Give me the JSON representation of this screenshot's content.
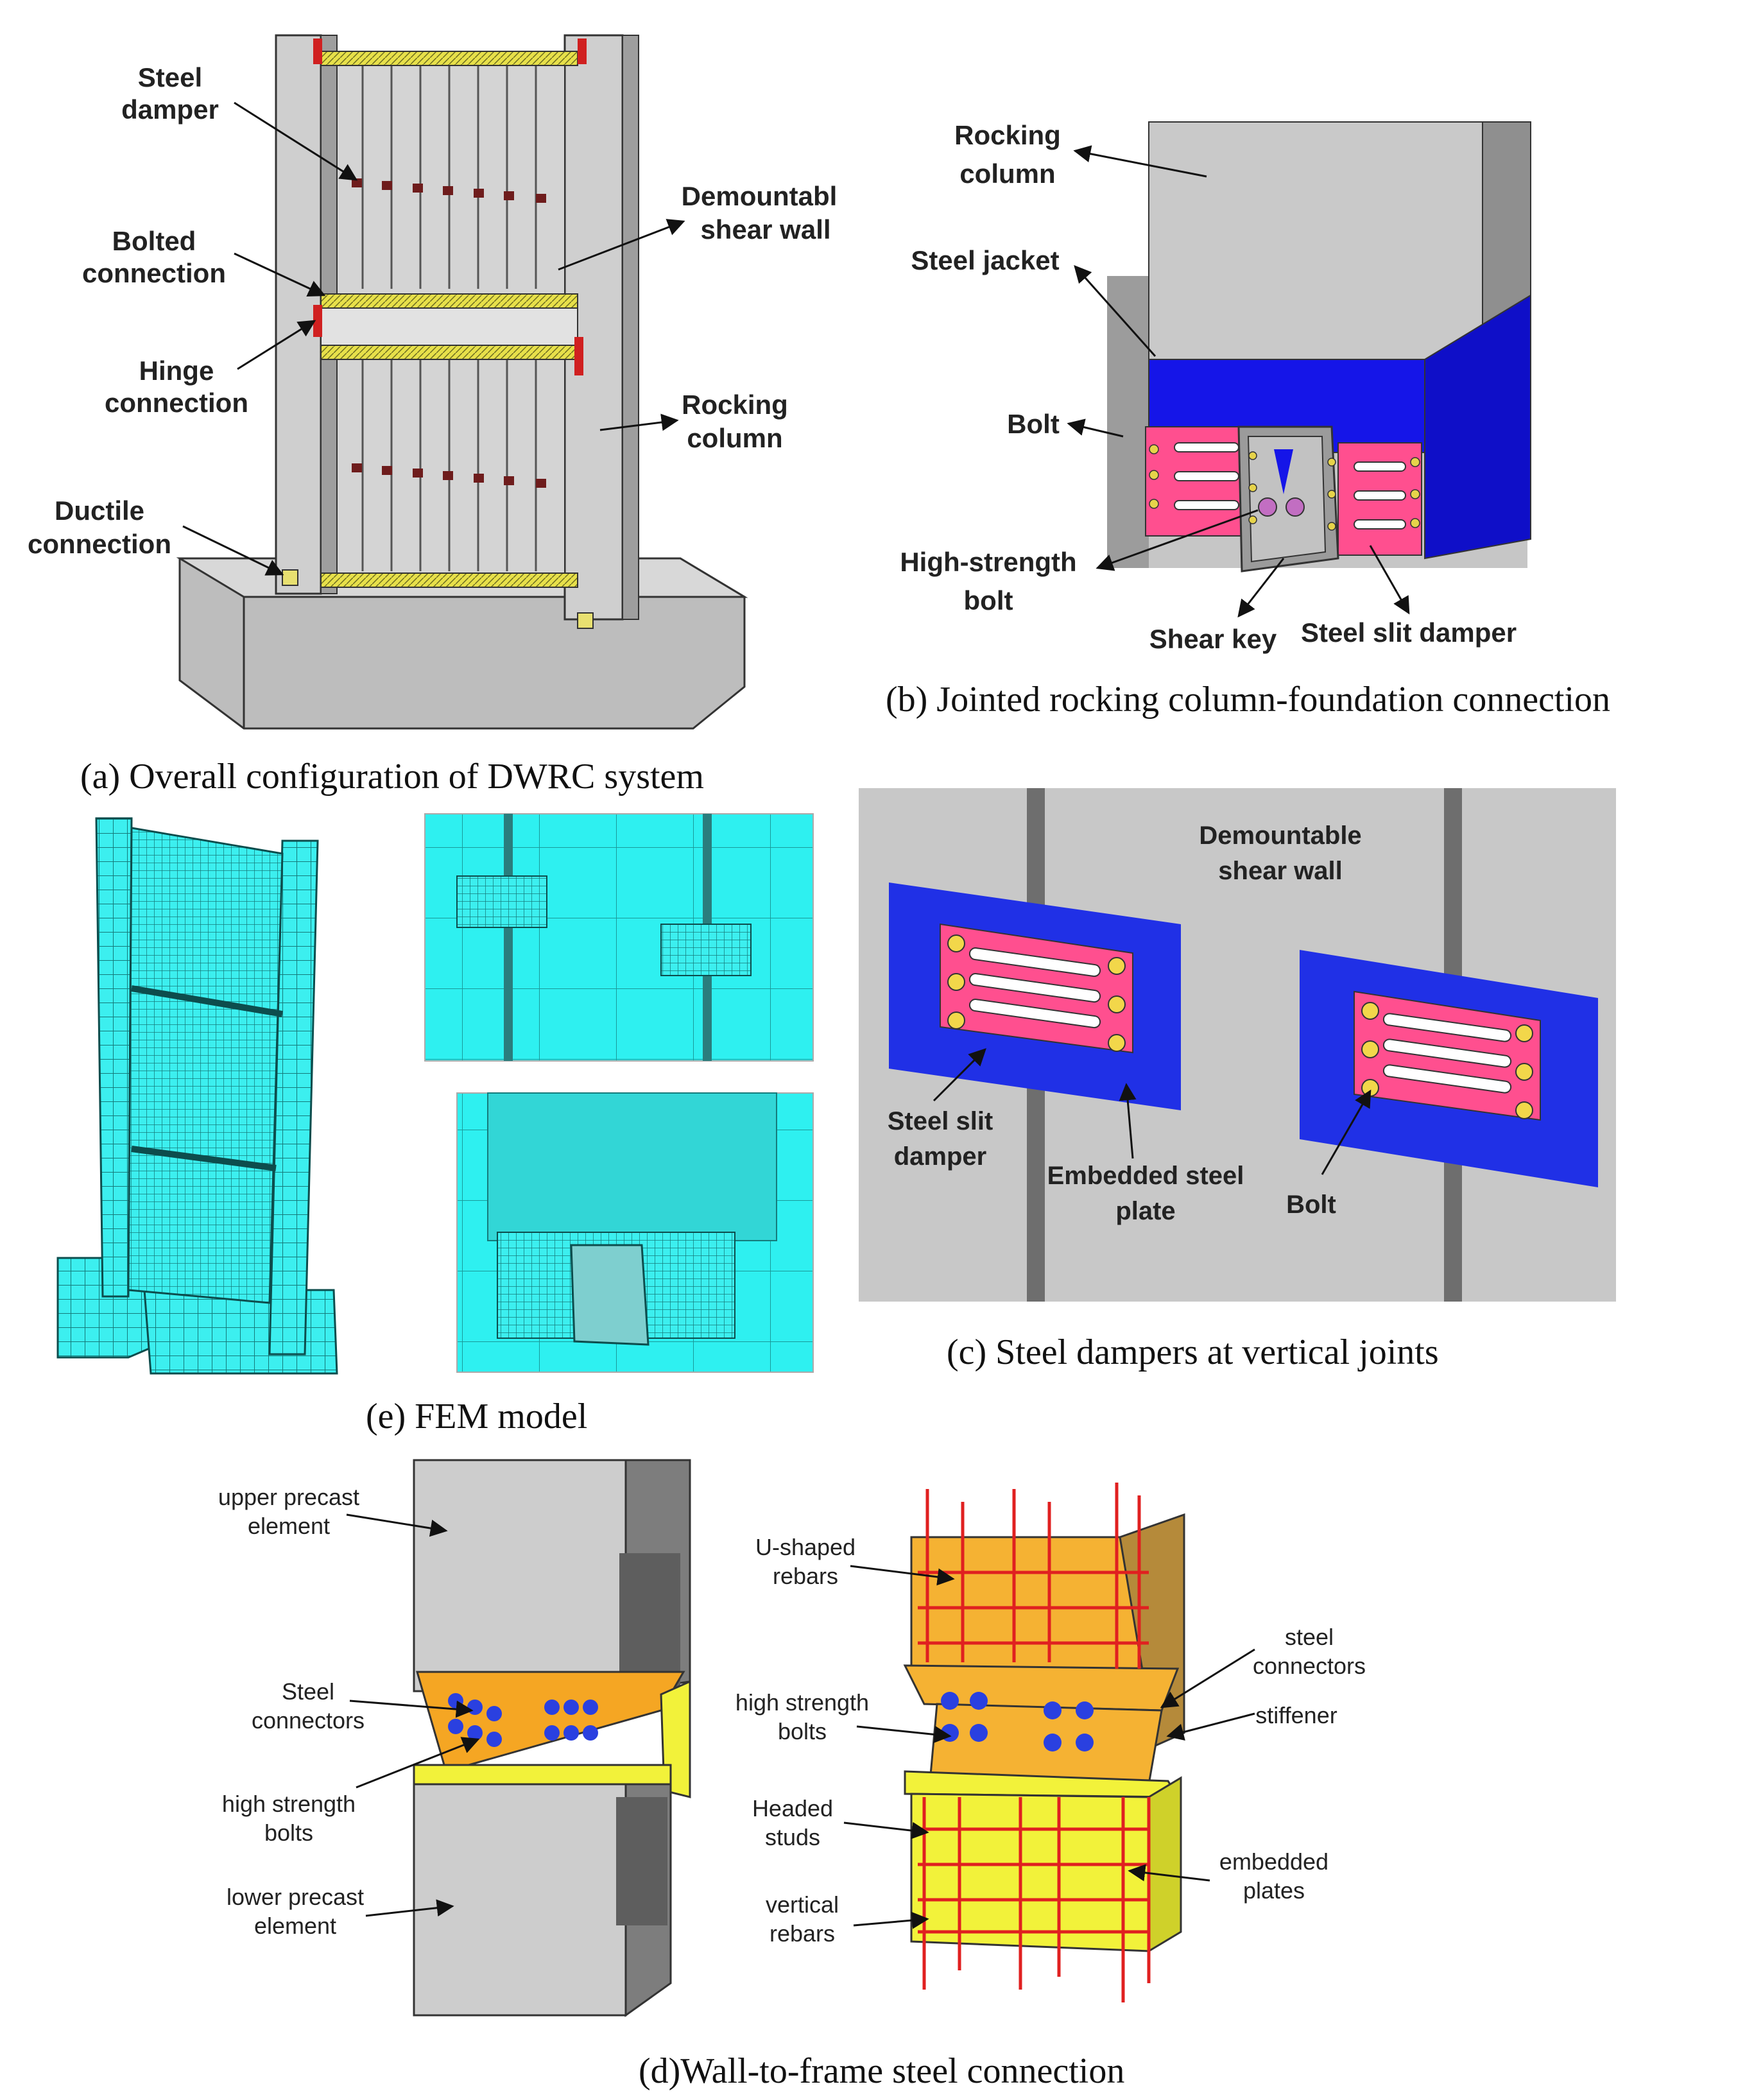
{
  "panel_a": {
    "caption": "(a) Overall configuration of DWRC system",
    "labels": {
      "steel_damper": [
        "Steel",
        "damper"
      ],
      "bolted_connection": [
        "Bolted",
        "connection"
      ],
      "hinge_connection": [
        "Hinge",
        "connection"
      ],
      "ductile_connection": [
        "Ductile",
        "connection"
      ],
      "demountable_shear_wall": [
        "Demountabl",
        "shear wall"
      ],
      "rocking_column": [
        "Rocking",
        "column"
      ]
    }
  },
  "panel_b": {
    "caption": "(b) Jointed rocking column-foundation connection",
    "labels": {
      "rocking_column": [
        "Rocking",
        "column"
      ],
      "steel_jacket": "Steel jacket",
      "bolt": "Bolt",
      "high_strength_bolt": [
        "High-strength",
        "bolt"
      ],
      "shear_key": "Shear key",
      "steel_slit_damper": "Steel slit damper"
    }
  },
  "panel_c": {
    "caption": "(c) Steel dampers at vertical joints",
    "labels": {
      "demountable_shear_wall": [
        "Demountable",
        "shear wall"
      ],
      "steel_slit_damper": [
        "Steel slit",
        "damper"
      ],
      "embedded_steel_plate": [
        "Embedded steel",
        "plate"
      ],
      "bolt": "Bolt"
    }
  },
  "panel_e": {
    "caption": "(e) FEM model"
  },
  "panel_d": {
    "caption": "(d)Wall-to-frame steel connection",
    "labels": {
      "upper_precast_element": [
        "upper precast",
        "element"
      ],
      "steel_connectors_left": [
        "Steel",
        "connectors"
      ],
      "high_strength_bolts_left": [
        "high strength",
        "bolts"
      ],
      "lower_precast_element": [
        "lower precast",
        "element"
      ],
      "u_shaped_rebars": [
        "U-shaped",
        "rebars"
      ],
      "high_strength_bolts_right": [
        "high strength",
        "bolts"
      ],
      "headed_studs": [
        "Headed",
        "studs"
      ],
      "vertical_rebars": [
        "vertical",
        "rebars"
      ],
      "steel_connectors_right": [
        "steel",
        "connectors"
      ],
      "stiffener": "stiffener",
      "embedded_plates": [
        "embedded",
        "plates"
      ]
    }
  },
  "colors": {
    "concrete": "#c8c8c8",
    "concrete_dark": "#9a9a9a",
    "jacket_blue": "#1a1ae6",
    "damper_pink": "#ff4d8d",
    "mesh_cyan": "#33f0f0",
    "connector_orange": "#f5a623",
    "plate_yellow": "#f2f23a",
    "rebar_red": "#e02020"
  }
}
